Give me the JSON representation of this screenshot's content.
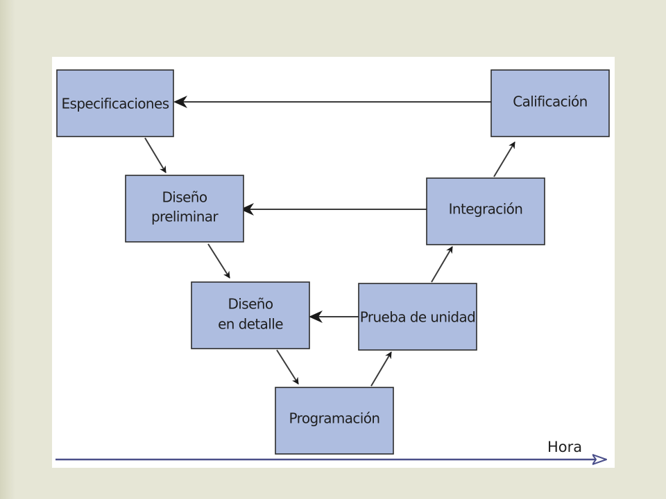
{
  "diagram": {
    "nodes": {
      "especificaciones": {
        "lines": [
          "Especificaciones"
        ]
      },
      "calificacion": {
        "lines": [
          "Calificación"
        ]
      },
      "diseno_preliminar": {
        "lines": [
          "Diseño",
          "preliminar"
        ]
      },
      "integracion": {
        "lines": [
          "Integración"
        ]
      },
      "diseno_detalle": {
        "lines": [
          "Diseño",
          "en detalle"
        ]
      },
      "prueba_unidad": {
        "lines": [
          "Prueba de unidad"
        ]
      },
      "programacion": {
        "lines": [
          "Programación"
        ]
      }
    },
    "edges": [
      {
        "from": "calificacion",
        "to": "especificaciones"
      },
      {
        "from": "integracion",
        "to": "diseno_preliminar"
      },
      {
        "from": "prueba_unidad",
        "to": "diseno_detalle"
      },
      {
        "from": "especificaciones",
        "to": "diseno_preliminar"
      },
      {
        "from": "diseno_preliminar",
        "to": "diseno_detalle"
      },
      {
        "from": "diseno_detalle",
        "to": "programacion"
      },
      {
        "from": "programacion",
        "to": "prueba_unidad"
      },
      {
        "from": "prueba_unidad",
        "to": "integracion"
      },
      {
        "from": "integracion",
        "to": "calificacion"
      }
    ],
    "axis": {
      "label": "Hora"
    }
  }
}
